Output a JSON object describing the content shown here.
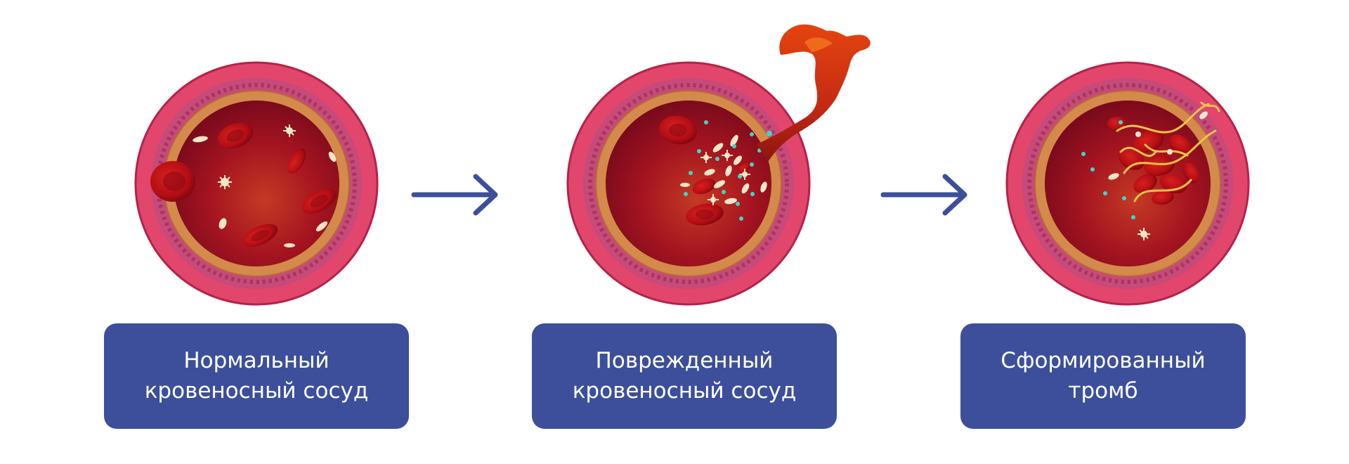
{
  "colors": {
    "label_bg": "#3d4f9a",
    "arrow": "#3d4f9a",
    "outer_wall": "#e2466c",
    "middle_wall": "#c64a7a",
    "inner_wall": "#d48a4b",
    "lumen": "#a0101c",
    "clot": "#e2420e"
  },
  "stages": [
    {
      "label_line1": "Нормальный",
      "label_line2": "кровеносный сосуд"
    },
    {
      "label_line1": "Поврежденный",
      "label_line2": "кровеносный сосуд"
    },
    {
      "label_line1": "Сформированный",
      "label_line2": "тромб"
    }
  ]
}
